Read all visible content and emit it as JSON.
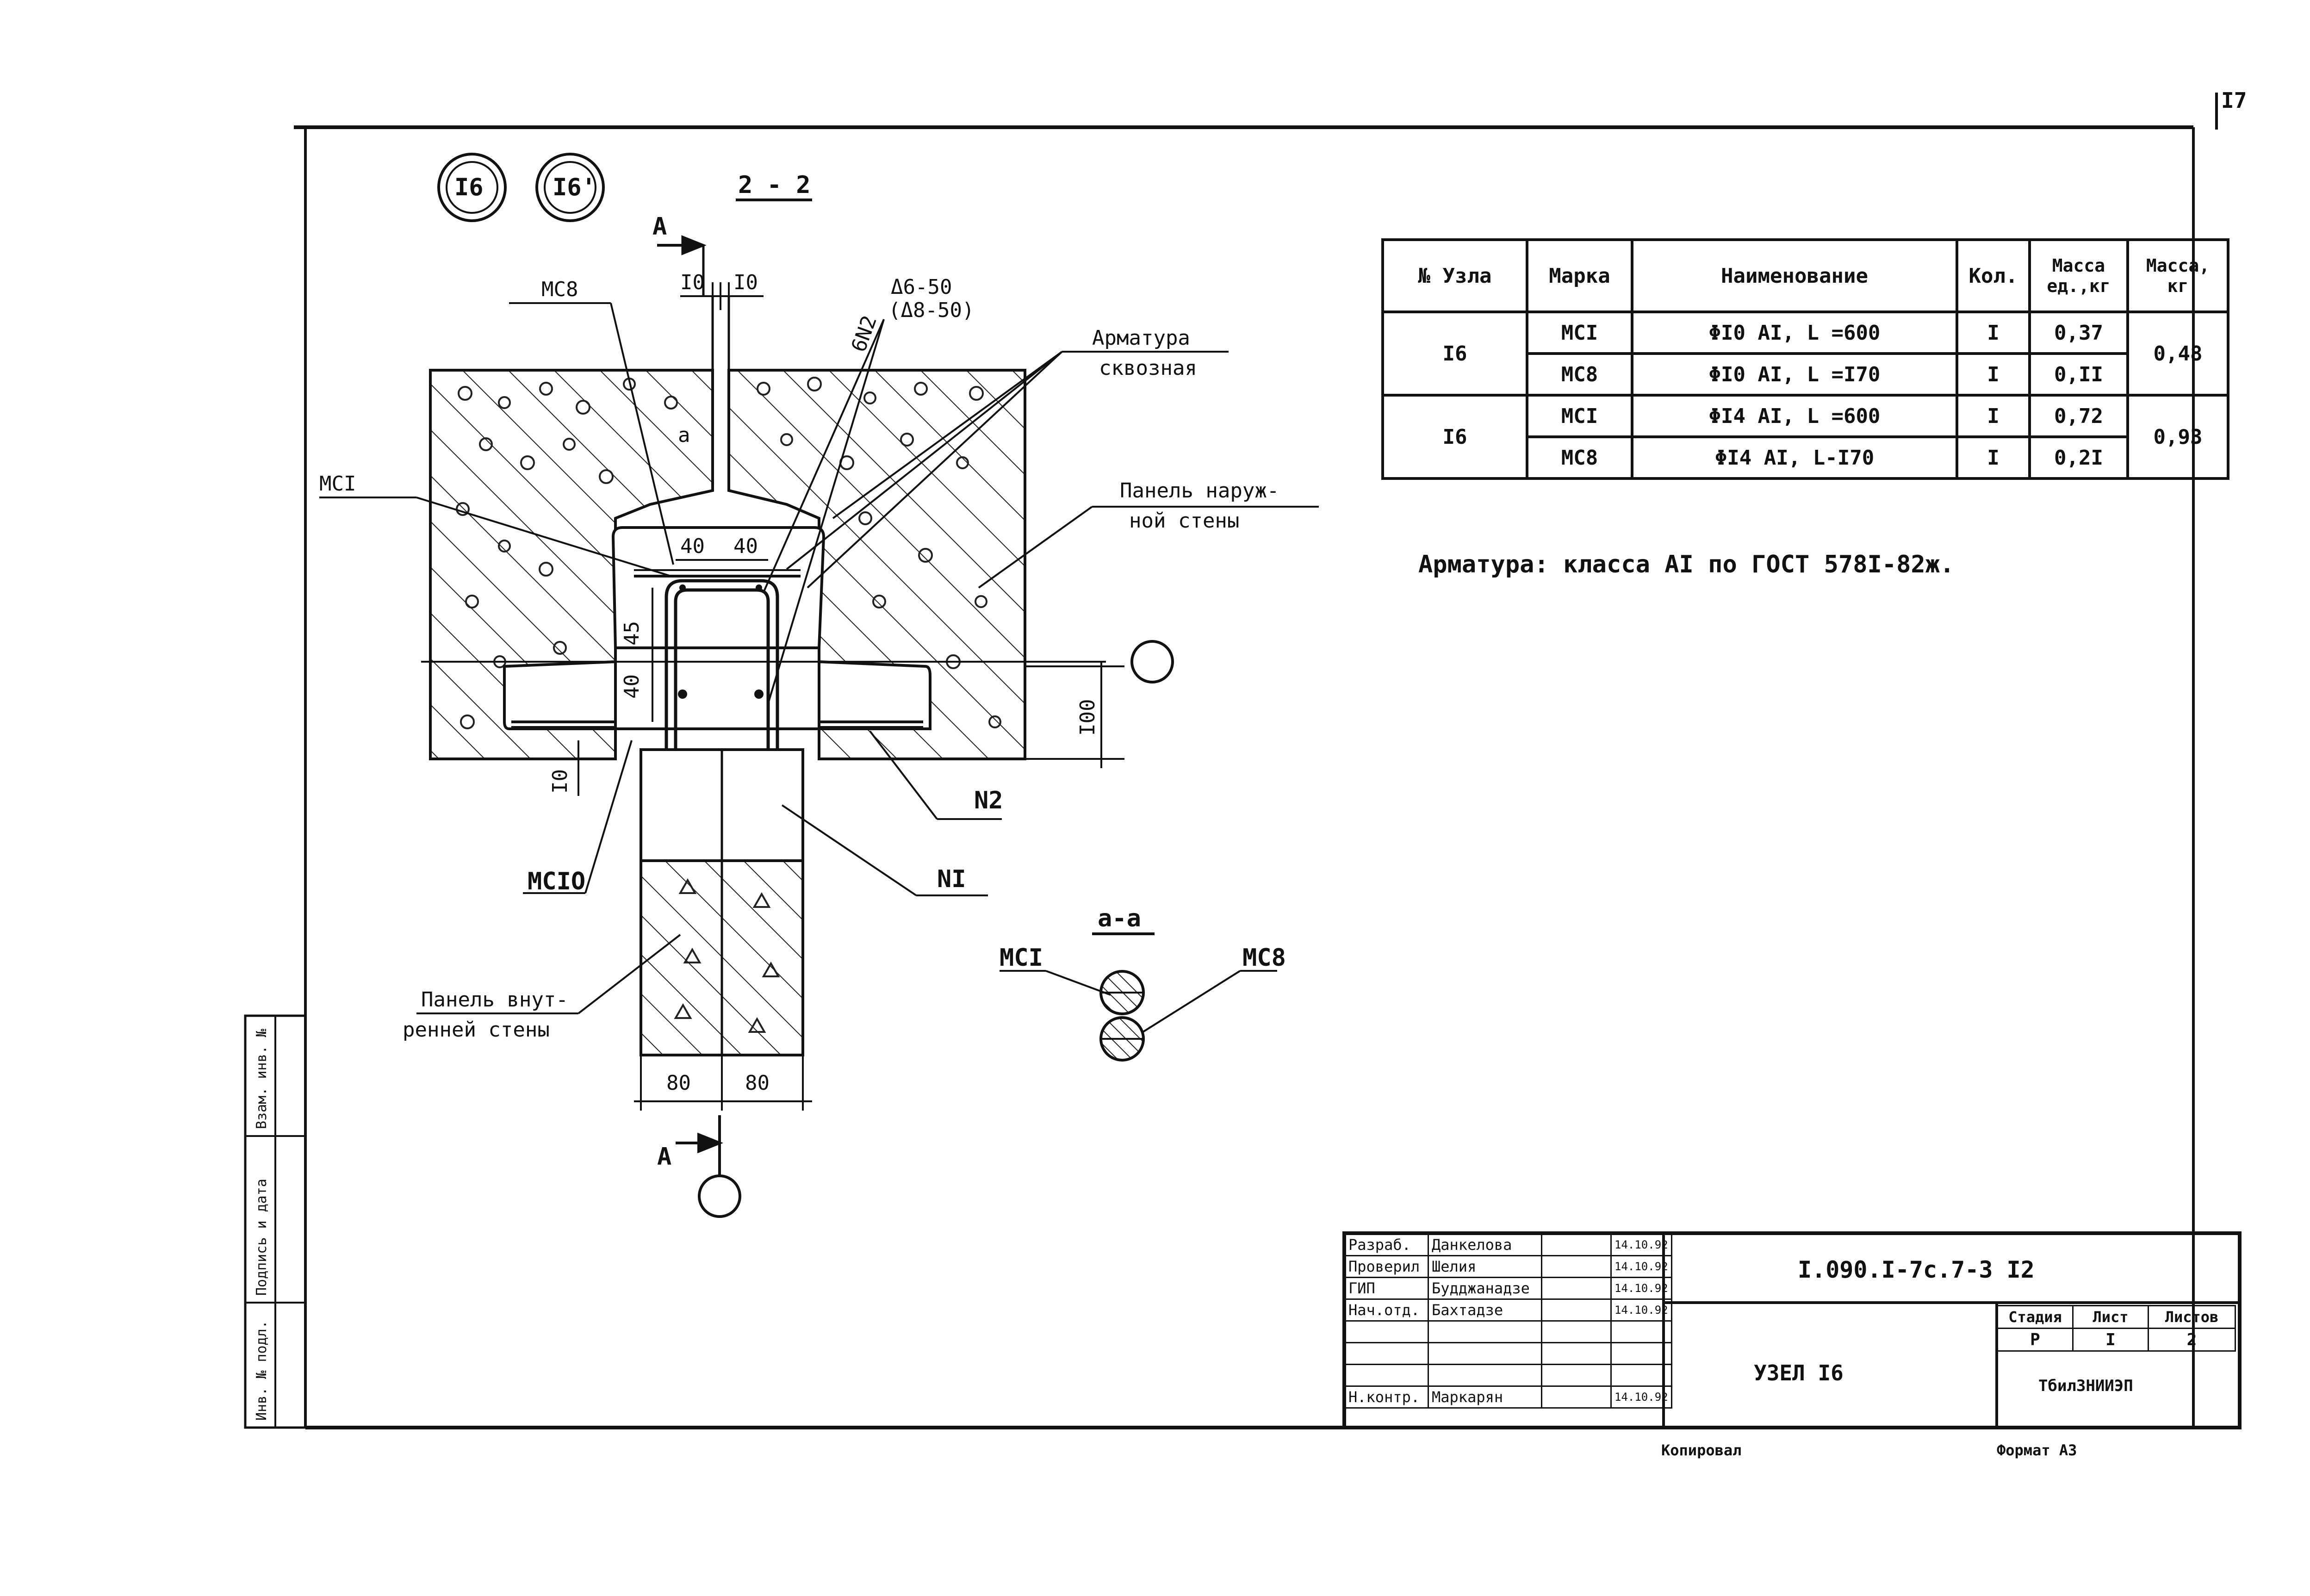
{
  "page_number": "I7",
  "node_circles": [
    "I6",
    "I6'"
  ],
  "section_label": "2 - 2",
  "cut_letter_top": "A",
  "cut_letter_bottom": "A",
  "labels": {
    "mc8_top": "MC8",
    "gap_left": "I0",
    "gap_right": "I0",
    "weld_main": "Δ6-50",
    "weld_alt": "(Δ8-50)",
    "bar_count": "6N2",
    "rebar_thru_line1": "Арматура",
    "rebar_thru_line2": "сквозная",
    "mc1": "MCI",
    "outer_panel_line1": "Панель наруж-",
    "outer_panel_line2": "ной стены",
    "dim_a": "a",
    "dim_40_l": "40",
    "dim_40_r": "40",
    "dim_45": "45",
    "dim_40_v": "40",
    "dim_100": "I00",
    "dim_10": "I0",
    "n2": "N2",
    "n1": "NI",
    "mc10": "MCIO",
    "inner_panel_line1": "Панель внут-",
    "inner_panel_line2": "ренней стены",
    "dim_80_l": "80",
    "dim_80_r": "80",
    "detail_title": "a-a",
    "detail_mc1": "MCI",
    "detail_mc8": "MC8"
  },
  "spec_table": {
    "headers": [
      "№ Узла",
      "Марка",
      "Наименование",
      "Кол.",
      "Масса ед.,кг",
      "Масса, кг"
    ],
    "groups": [
      {
        "node": "I6",
        "total": "0,48",
        "rows": [
          {
            "mark": "MCI",
            "name": "ΦI0 AI, L =600",
            "qty": "I",
            "mass": "0,37"
          },
          {
            "mark": "MC8",
            "name": "ΦI0 AI, L =I70",
            "qty": "I",
            "mass": "0,II"
          }
        ]
      },
      {
        "node": "I6",
        "total": "0,93",
        "rows": [
          {
            "mark": "MCI",
            "name": "ΦI4 AI, L =600",
            "qty": "I",
            "mass": "0,72"
          },
          {
            "mark": "MC8",
            "name": "ΦI4 AI, L-I70",
            "qty": "I",
            "mass": "0,2I"
          }
        ]
      }
    ]
  },
  "note": "Арматура: класса AI по ГОСТ 578I-82ж.",
  "title_block": {
    "doc_number": "I.090.I-7c.7-3 I2",
    "title": "УЗЕЛ I6",
    "org": "ТбилЗНИИЭП",
    "stage_headers": [
      "Стадия",
      "Лист",
      "Листов"
    ],
    "stage_values": [
      "Р",
      "I",
      "2"
    ],
    "rows": [
      {
        "role": "Разраб.",
        "name": "Данкелова",
        "date": "14.10.92"
      },
      {
        "role": "Проверил",
        "name": "Шелия",
        "date": "14.10.92"
      },
      {
        "role": "ГИП",
        "name": "Будджанадзе",
        "date": "14.10.92"
      },
      {
        "role": "Нач.отд.",
        "name": "Бахтадзе",
        "date": "14.10.92"
      },
      {
        "role": "",
        "name": "",
        "date": ""
      },
      {
        "role": "",
        "name": "",
        "date": ""
      },
      {
        "role": "",
        "name": "",
        "date": ""
      },
      {
        "role": "Н.контр.",
        "name": "Маркарян",
        "date": "14.10.92"
      }
    ],
    "copied": "Копировал",
    "format": "Формат А3"
  },
  "side_stamp": [
    "Инв. № подл.",
    "Подпись и дата",
    "Взам. инв. №"
  ]
}
